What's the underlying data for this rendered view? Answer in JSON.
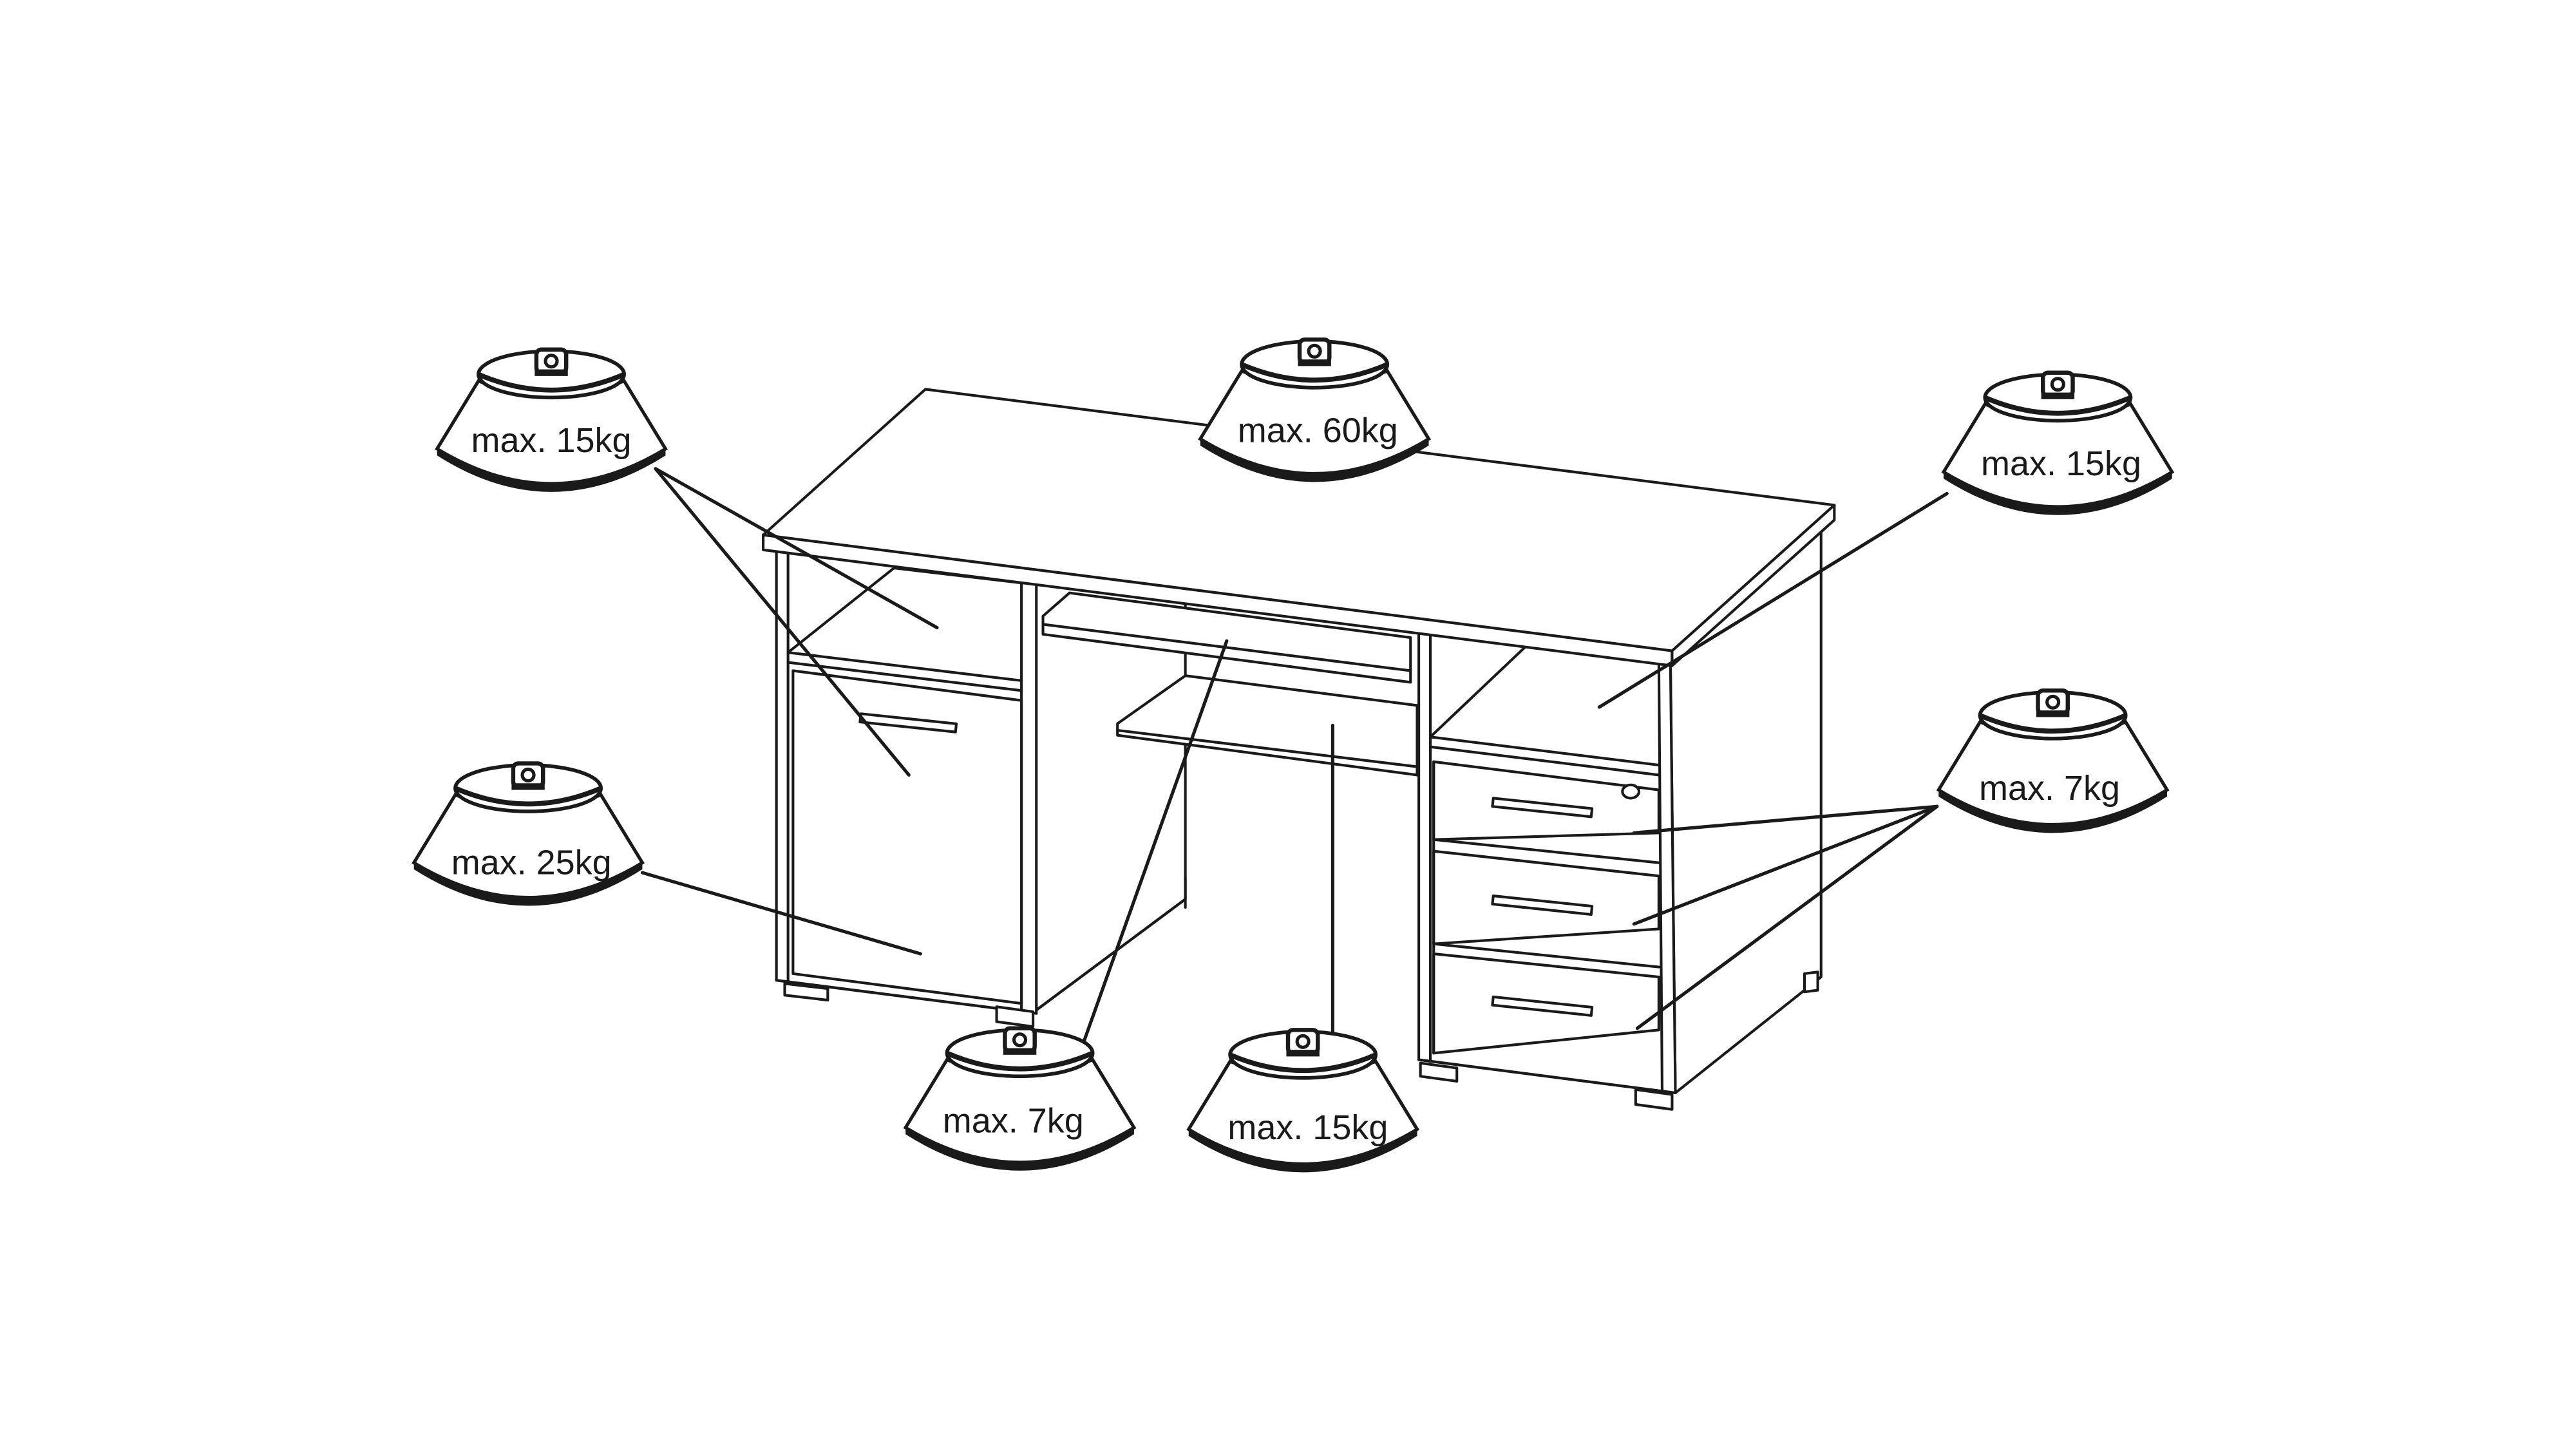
{
  "diagram": {
    "weights": [
      {
        "id": "top-left-shelf",
        "label": "max. 15kg"
      },
      {
        "id": "desktop",
        "label": "max. 60kg"
      },
      {
        "id": "top-right-shelf",
        "label": "max. 15kg"
      },
      {
        "id": "cabinet",
        "label": "max. 25kg"
      },
      {
        "id": "drawers",
        "label": "max. 7kg"
      },
      {
        "id": "keyboard-tray",
        "label": "max. 7kg"
      },
      {
        "id": "lower-shelf",
        "label": "max. 15kg"
      }
    ]
  },
  "colors": {
    "line": "#1a1a1a",
    "fill": "#ffffff"
  }
}
